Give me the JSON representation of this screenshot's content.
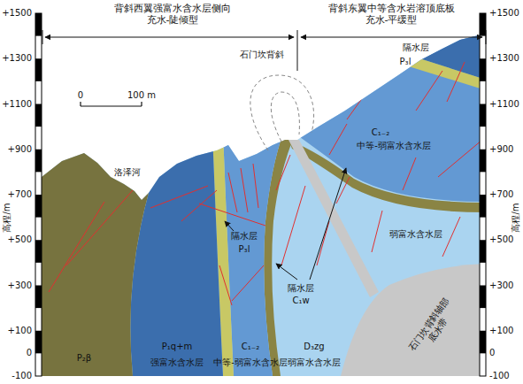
{
  "diagram": {
    "labels": [
      "背斜西翼强富水含水层侧向 充水-陡倾型",
      "背斜东翼中等含水岩溶顶底板 充水-平缓型",
      "+1500",
      "+1300",
      "+1100",
      "+900",
      "+700",
      "+500",
      "+300",
      "+100",
      "0",
      "-100",
      "高程/m",
      "+1500",
      "+1300",
      "+1100",
      "+900",
      "+700",
      "+500",
      "+300",
      "+100",
      "0",
      "-100",
      "高程/m",
      "石门坎背斜",
      "0",
      "100 m",
      "洛泽河",
      "隔水层",
      "P₃l",
      "C₁₋₂",
      "中等-弱富水含水层",
      "弱富水含水层",
      "隔水层",
      "P₃l",
      "隔水层",
      "C₁w",
      "石门坎背斜轴部 底水带",
      "P₂β",
      "P₁q+m",
      "强富水含水层",
      "C₁₋₂",
      "中等-弱富水含水层",
      "D₃zg",
      "弱富水含水层"
    ]
  }
}
